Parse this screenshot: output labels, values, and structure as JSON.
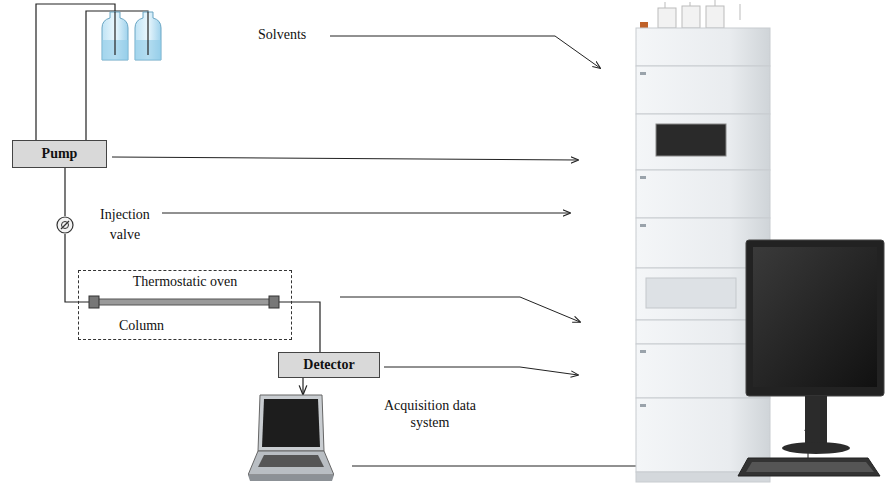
{
  "diagram": {
    "nodes": [
      {
        "text": [
          "Pump"
        ]
      },
      {
        "text": [
          "Injection valve"
        ]
      },
      {
        "text": [
          "Thermostatic oven"
        ]
      },
      {
        "text": [
          "Column"
        ],
        "in": 2
      },
      {
        "text": [
          "Detector"
        ]
      },
      {
        "text": [
          "Acquisition data system"
        ]
      }
    ],
    "edges": [
      {
        "from": 0,
        "to": 1,
        "arrow": "none"
      },
      {
        "from": 1,
        "to": 3,
        "arrow": "none"
      },
      {
        "from": 3,
        "to": 4,
        "arrow": "none"
      },
      {
        "from": 4,
        "to": 5,
        "arrow": "to"
      }
    ],
    "labels": [
      "Solvents"
    ]
  }
}
